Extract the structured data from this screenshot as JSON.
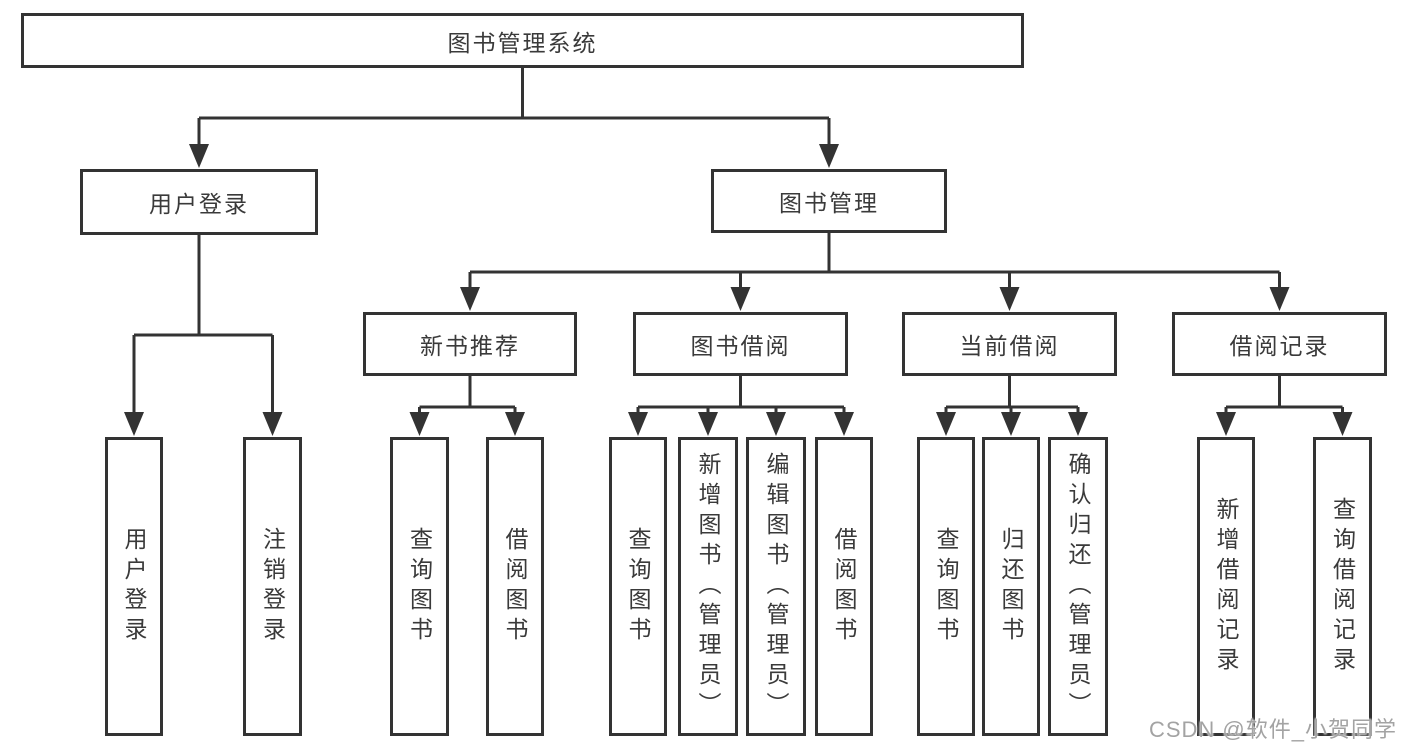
{
  "tree": {
    "root": "图书管理系统",
    "login": {
      "label": "用户登录",
      "children": [
        "用户登录",
        "注销登录"
      ]
    },
    "management": {
      "label": "图书管理",
      "sections": [
        {
          "label": "新书推荐",
          "children": [
            "查询图书",
            "借阅图书"
          ]
        },
        {
          "label": "图书借阅",
          "children": [
            "查询图书",
            "新增图书（管理员）",
            "编辑图书（管理员）",
            "借阅图书"
          ]
        },
        {
          "label": "当前借阅",
          "children": [
            "查询图书",
            "归还图书",
            "确认归还（管理员）"
          ]
        },
        {
          "label": "借阅记录",
          "children": [
            "新增借阅记录",
            "查询借阅记录"
          ]
        }
      ]
    }
  },
  "watermark": "CSDN @软件_小贺同学",
  "colors": {
    "line": "#333333",
    "box_border": "#333333",
    "text": "#3a3a3a",
    "watermark": "#a3a3a3",
    "background": "#ffffff"
  }
}
